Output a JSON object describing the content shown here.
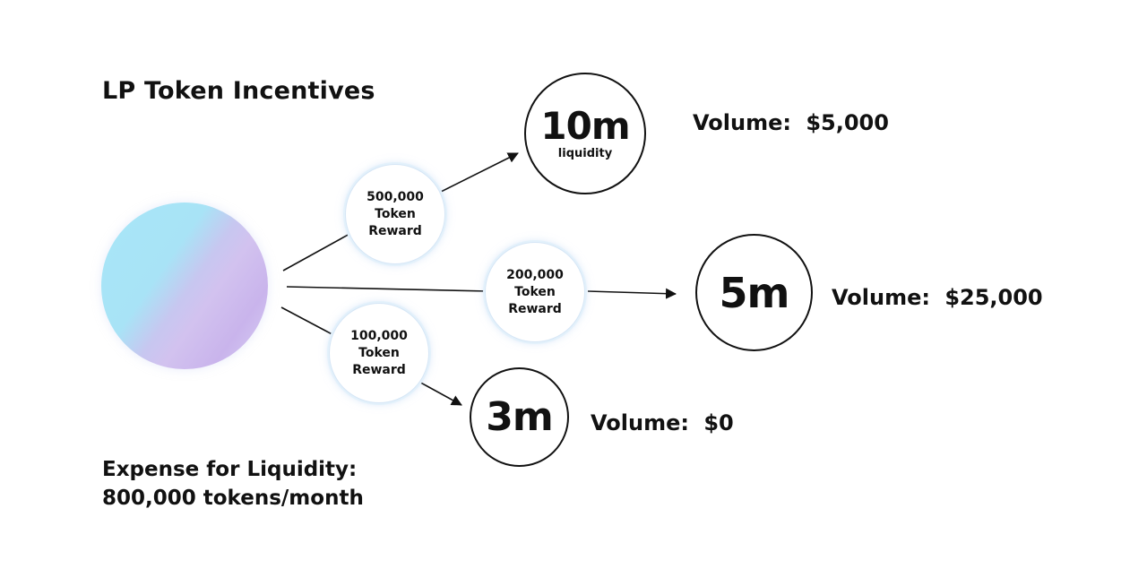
{
  "title": "LP Token Incentives",
  "rewards": [
    {
      "amount": "500,000",
      "word1": "Token",
      "word2": "Reward"
    },
    {
      "amount": "200,000",
      "word1": "Token",
      "word2": "Reward"
    },
    {
      "amount": "100,000",
      "word1": "Token",
      "word2": "Reward"
    }
  ],
  "pools": [
    {
      "amount": "10m",
      "sub": "liquidity",
      "volume_label": "Volume:",
      "volume_value": "$5,000"
    },
    {
      "amount": "5m",
      "sub": "",
      "volume_label": "Volume:",
      "volume_value": "$25,000"
    },
    {
      "amount": "3m",
      "sub": "",
      "volume_label": "Volume:",
      "volume_value": "$0"
    }
  ],
  "expense": {
    "line1": "Expense for Liquidity:",
    "line2": "800,000 tokens/month"
  },
  "colors": {
    "ink": "#111111",
    "source_gradient_start": "#a8e6f8",
    "source_gradient_end": "#c9b4ec",
    "reward_glow": "#d6e6f6"
  }
}
